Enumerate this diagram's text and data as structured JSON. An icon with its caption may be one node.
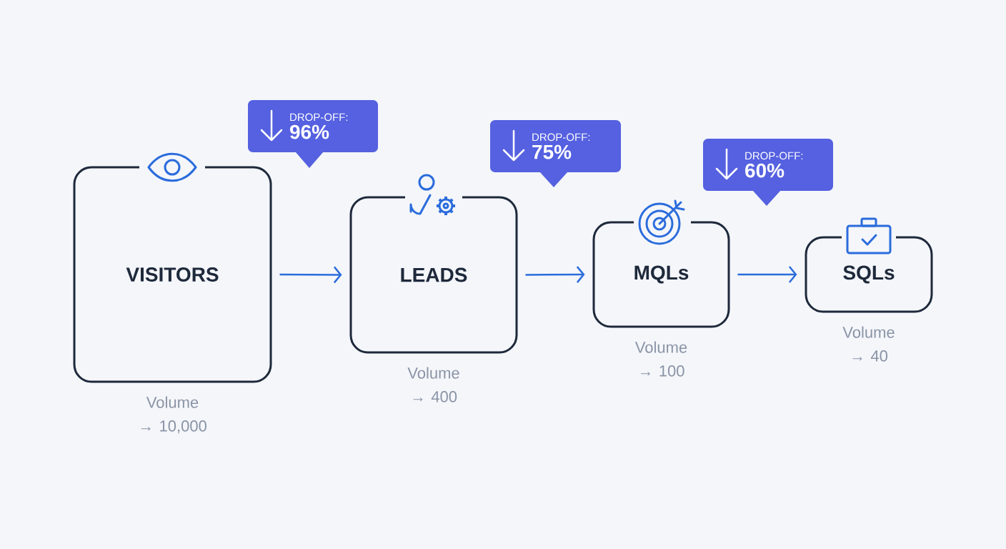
{
  "diagram": {
    "nodes": [
      {
        "text": [
          "VISITORS"
        ],
        "beside": [
          "Volume → 10,000"
        ]
      },
      {
        "text": [
          "DROP-OFF:",
          "96%"
        ]
      },
      {
        "text": [
          "LEADS"
        ],
        "beside": [
          "Volume → 400"
        ]
      },
      {
        "text": [
          "DROP-OFF:",
          "75%"
        ]
      },
      {
        "text": [
          "MQLs"
        ],
        "beside": [
          "Volume → 100"
        ]
      },
      {
        "text": [
          "DROP-OFF:",
          "60%"
        ]
      },
      {
        "text": [
          "SQLs"
        ],
        "beside": [
          "Volume → 40"
        ]
      }
    ],
    "edges": [
      {
        "from": 0,
        "to": 2,
        "arrow": "to"
      },
      {
        "from": 2,
        "to": 4,
        "arrow": "to"
      },
      {
        "from": 4,
        "to": 6,
        "arrow": "to"
      }
    ]
  }
}
